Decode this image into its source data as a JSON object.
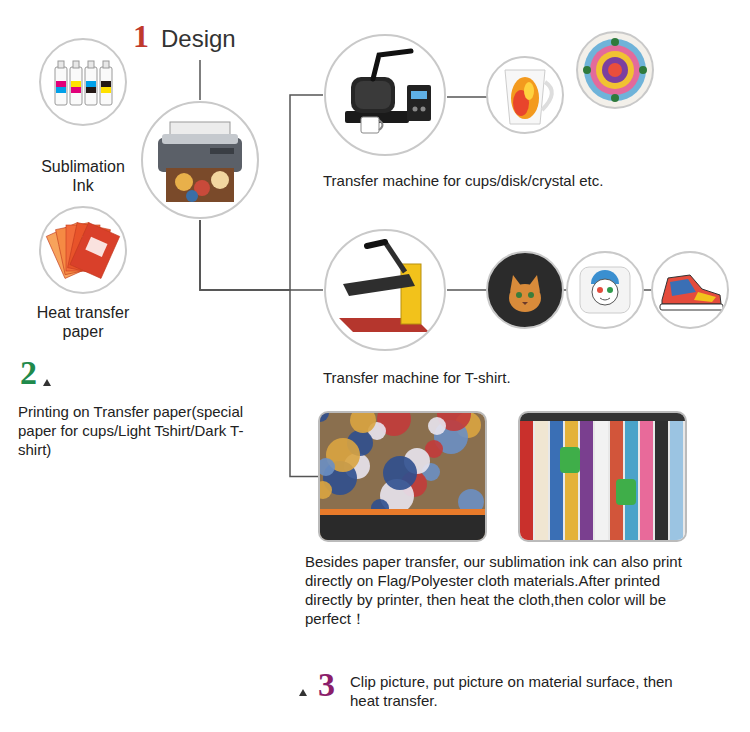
{
  "diagram": {
    "nodes": [
      {
        "text": [
          "1",
          "Design"
        ]
      },
      {
        "text": [
          "Sublimation Ink"
        ]
      },
      {
        "text": [
          "Heat transfer paper"
        ]
      },
      {
        "text": [
          "Transfer machine for cups/disk/crystal etc."
        ]
      },
      {
        "text": [
          "Transfer machine for T-shirt."
        ]
      },
      {
        "text": [
          "Besides paper transfer, our sublimation ink can also print directly on Flag/Polyester cloth materials.After printed directly by printer, then heat the cloth,then color will be perfect！"
        ]
      }
    ],
    "edges": [
      {
        "from": 0,
        "to": 3,
        "arrow": "none"
      },
      {
        "from": 0,
        "to": 4,
        "arrow": "none"
      },
      {
        "from": 0,
        "to": 5,
        "arrow": "none"
      }
    ],
    "labels": [
      "2",
      "Printing on Transfer paper(special paper for cups/Light Tshirt/Dark T-shirt)",
      "3",
      "Clip picture, put picture on material surface, then heat transfer."
    ]
  }
}
